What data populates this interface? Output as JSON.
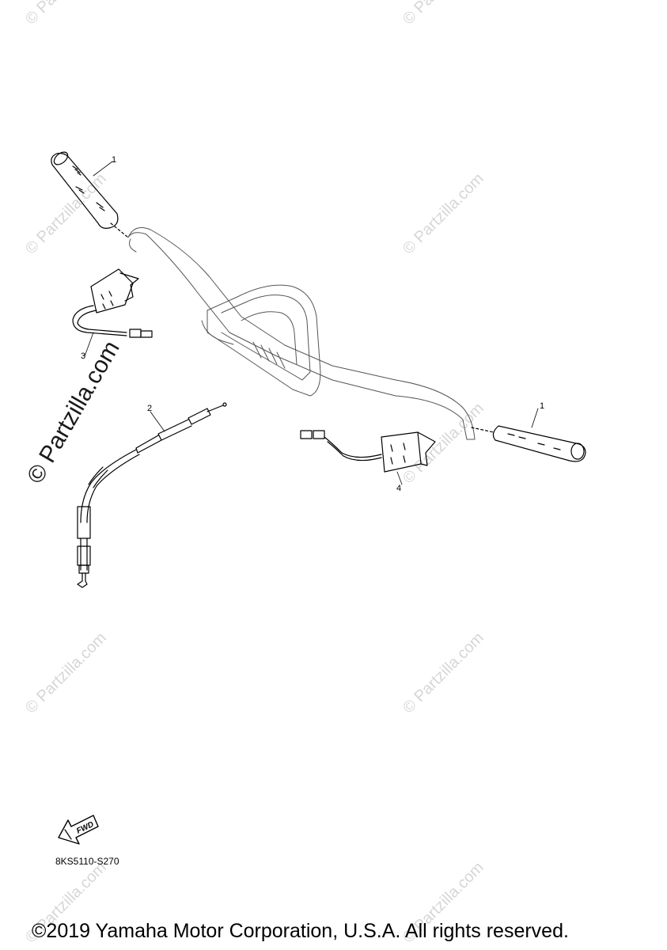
{
  "watermark_text": "© Partzilla.com",
  "callouts": {
    "grip_left": "1",
    "grip_right": "1",
    "cable": "2",
    "heater_left": "3",
    "heater_right": "4"
  },
  "fwd_label": "FWD",
  "diagram_code": "8KS5110-S270",
  "copyright": "©2019 Yamaha Motor Corporation, U.S.A. All rights reserved."
}
